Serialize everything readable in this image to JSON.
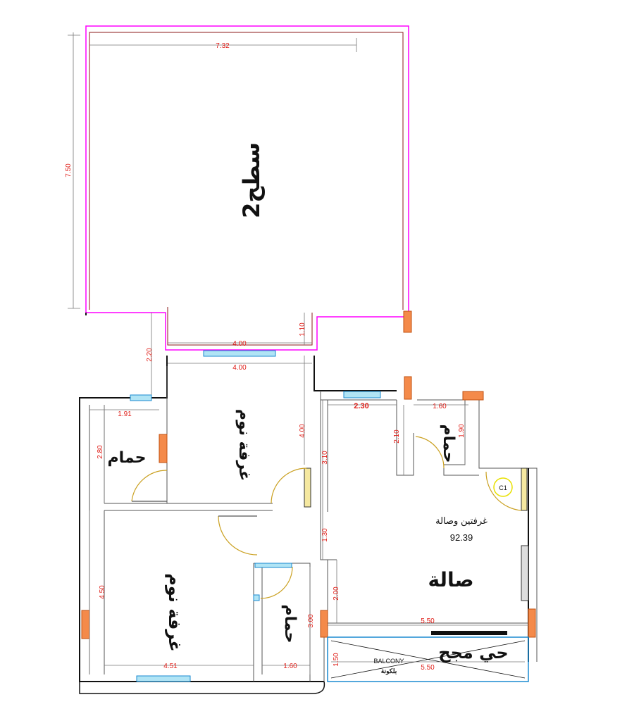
{
  "rooms": {
    "roof": "سطح2",
    "bedroom_top": "غرفة نوم",
    "bedroom_bottom": "غرفة نوم",
    "bath_left": "حمام",
    "bath_right": "حمام",
    "bath_bottom": "حمام",
    "hall": "صالة",
    "apartment_label": "غرفتين وصالة",
    "area": "92.39",
    "balcony_en": "BALCONY",
    "balcony_ar": "بلكونة",
    "partial_label": "حي مجح",
    "column_tag": "C1"
  },
  "dimensions": {
    "roof_width": "7.32",
    "roof_height": "7.50",
    "top_4_00_a": "4.00",
    "top_4_00_b": "4.00",
    "left_2_20": "2.20",
    "right_1_10": "1.10",
    "bath_width": "1.91",
    "bath_height": "2.80",
    "bed_height": "4.00",
    "corridor_3_10": "3.10",
    "corridor_1_30": "1.30",
    "hall_2_00": "2.00",
    "bath3_3_00": "3.00",
    "kitchen_2_30": "2.30",
    "bath2_width": "1.60",
    "bath2_h_2_10": "2.10",
    "bath2_h_1_90": "1.90",
    "bed2_height": "4.50",
    "bed2_width": "4.51",
    "bath3_width": "1.60",
    "hall_width": "5.50",
    "balcony_width": "5.50",
    "balcony_depth": "1.50"
  }
}
